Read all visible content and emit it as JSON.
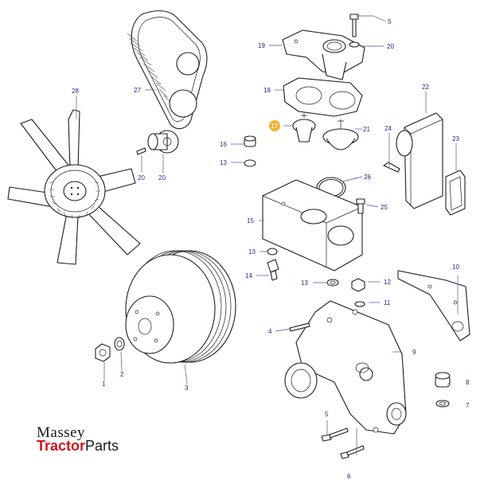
{
  "diagram": {
    "callouts": [
      {
        "id": "c1",
        "label": "1"
      },
      {
        "id": "c2",
        "label": "2"
      },
      {
        "id": "c3",
        "label": "3"
      },
      {
        "id": "c4",
        "label": "4"
      },
      {
        "id": "c5a",
        "label": "5"
      },
      {
        "id": "c5b",
        "label": "5"
      },
      {
        "id": "c6",
        "label": "6"
      },
      {
        "id": "c7",
        "label": "7"
      },
      {
        "id": "c8",
        "label": "8"
      },
      {
        "id": "c9",
        "label": "9"
      },
      {
        "id": "c10",
        "label": "10"
      },
      {
        "id": "c11",
        "label": "11"
      },
      {
        "id": "c12",
        "label": "12"
      },
      {
        "id": "c13a",
        "label": "13"
      },
      {
        "id": "c13b",
        "label": "13"
      },
      {
        "id": "c13c",
        "label": "13"
      },
      {
        "id": "c14",
        "label": "14"
      },
      {
        "id": "c15",
        "label": "15"
      },
      {
        "id": "c16",
        "label": "16"
      },
      {
        "id": "c17",
        "label": "17",
        "highlighted": true
      },
      {
        "id": "c18",
        "label": "18"
      },
      {
        "id": "c19",
        "label": "19"
      },
      {
        "id": "c20a",
        "label": "20"
      },
      {
        "id": "c20b",
        "label": "20"
      },
      {
        "id": "c20c",
        "label": "20"
      },
      {
        "id": "c21",
        "label": "21"
      },
      {
        "id": "c22",
        "label": "22"
      },
      {
        "id": "c23",
        "label": "23"
      },
      {
        "id": "c24",
        "label": "24"
      },
      {
        "id": "c25",
        "label": "25"
      },
      {
        "id": "c26",
        "label": "26"
      },
      {
        "id": "c27",
        "label": "27"
      },
      {
        "id": "c28",
        "label": "28"
      }
    ],
    "highlight_color": "#f2b233",
    "callout_color": "#1a2a8a"
  },
  "logo": {
    "line1": "Massey",
    "line2_red": "Tractor",
    "line2_black": "Parts",
    "red_color": "#d0141b"
  }
}
